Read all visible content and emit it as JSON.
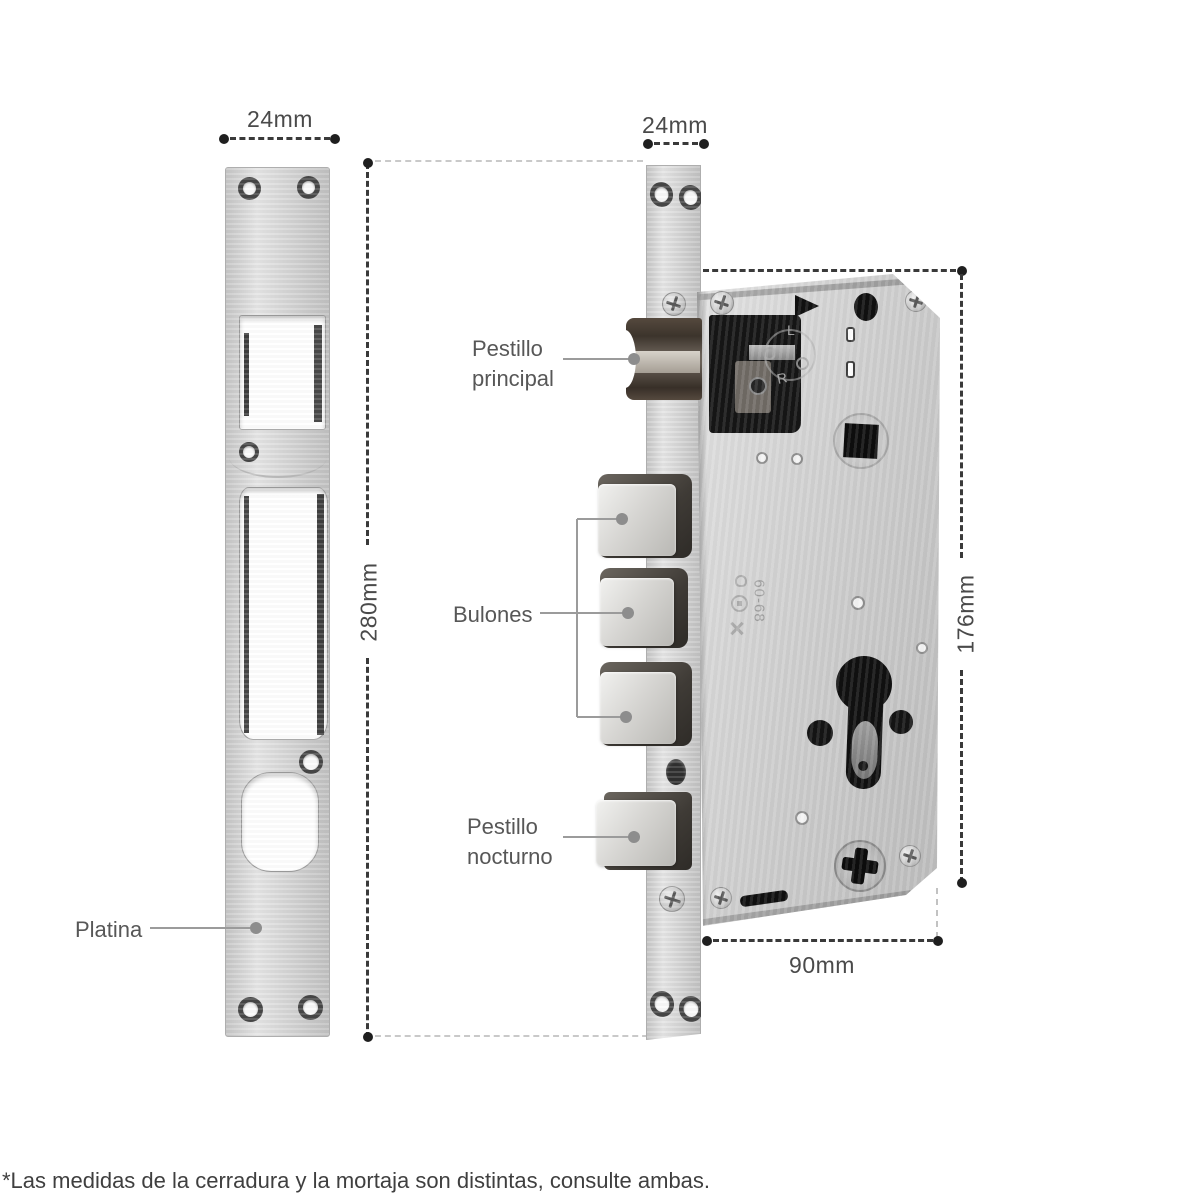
{
  "figure": "Diagrama técnico de cerradura de embutir (mortise lock)",
  "dims": {
    "plate_width": "24mm",
    "faceplate_width": "24mm",
    "faceplate_height": "280mm",
    "body_height": "176mm",
    "body_width": "90mm"
  },
  "labels": {
    "pestillo_principal_l1": "Pestillo",
    "pestillo_principal_l2": "principal",
    "bulones": "Bulones",
    "pestillo_nocturno_l1": "Pestillo",
    "pestillo_nocturno_l2": "nocturno",
    "platina": "Platina"
  },
  "engravings": {
    "left_hand_mark": "L",
    "right_hand_mark": "R",
    "size_code": "60-68"
  },
  "footnote": "*Las medidas de la cerradura y la mortaja son distintas, consulte ambas.",
  "colors": {
    "background": "#ffffff",
    "dimension_line": "#3a3a3a",
    "dimension_text": "#4a4a4a",
    "label_text": "#575757",
    "leader_line": "#9b9b9b",
    "metal_light": "#e5e5e5",
    "metal_dark": "#bbbbbb"
  }
}
